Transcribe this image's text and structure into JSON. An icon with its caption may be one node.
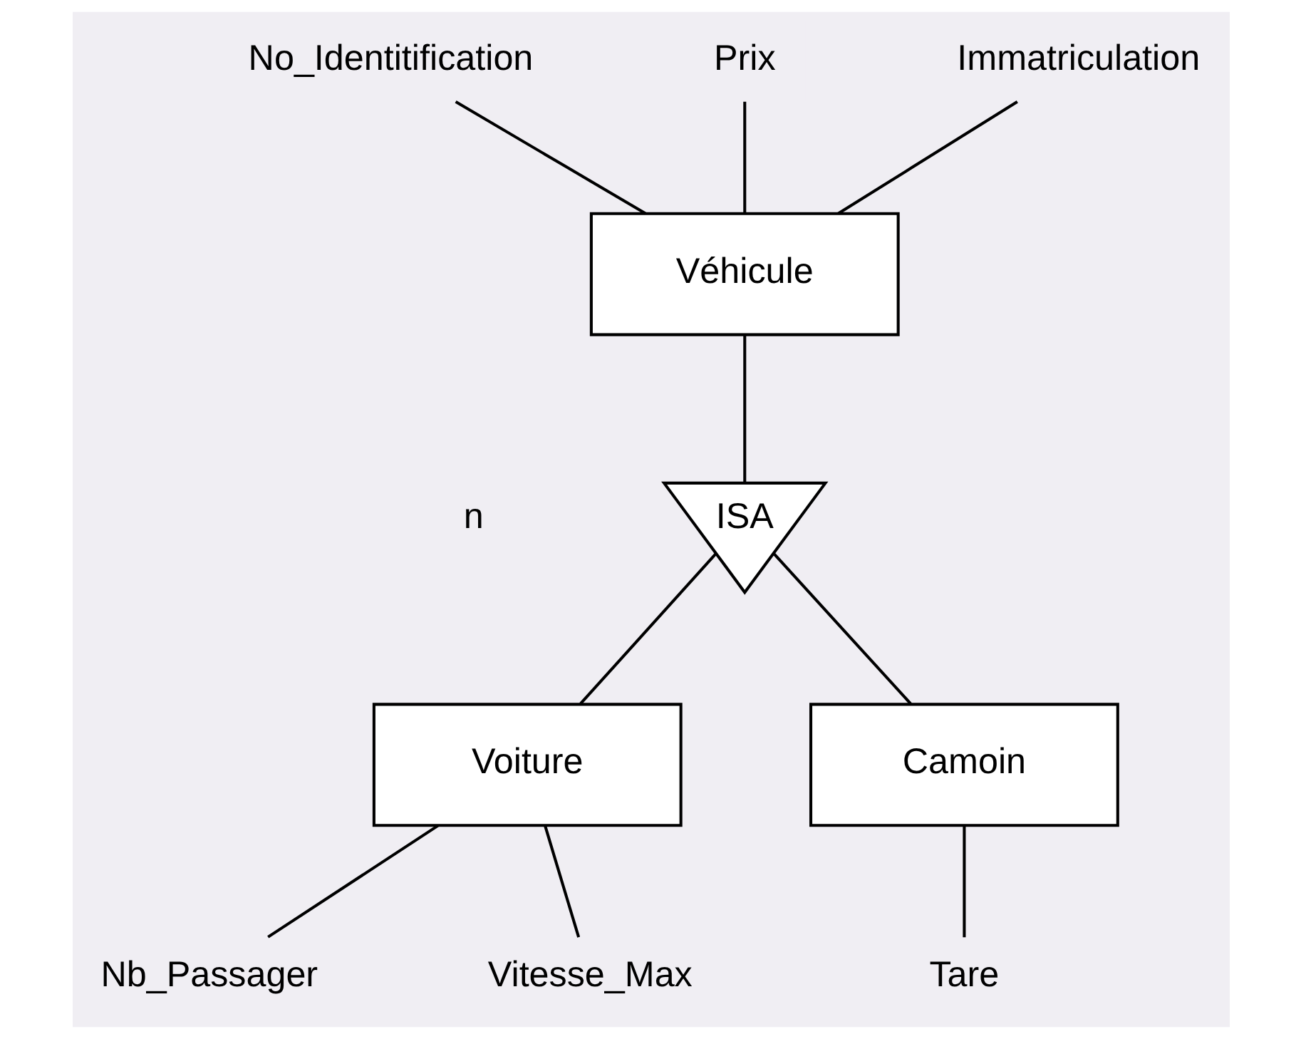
{
  "diagram": {
    "nodes": [
      {
        "text": [
          "No_Identitification"
        ]
      },
      {
        "text": [
          "Prix"
        ]
      },
      {
        "text": [
          "Immatriculation"
        ]
      },
      {
        "text": [
          "Véhicule"
        ]
      },
      {
        "text": [
          "ISA"
        ]
      },
      {
        "text": [
          "Voiture"
        ]
      },
      {
        "text": [
          "Camoin"
        ]
      },
      {
        "text": [
          "Nb_Passager"
        ]
      },
      {
        "text": [
          "Vitesse_Max"
        ]
      },
      {
        "text": [
          "Tare"
        ]
      }
    ],
    "edges": [
      {
        "from": 0,
        "to": 3,
        "arrow": "none"
      },
      {
        "from": 1,
        "to": 3,
        "arrow": "none"
      },
      {
        "from": 2,
        "to": 3,
        "arrow": "none"
      },
      {
        "from": 3,
        "to": 4,
        "arrow": "none"
      },
      {
        "from": 4,
        "to": 5,
        "arrow": "none"
      },
      {
        "from": 4,
        "to": 6,
        "arrow": "none"
      },
      {
        "from": 5,
        "to": 7,
        "arrow": "none"
      },
      {
        "from": 5,
        "to": 8,
        "arrow": "none"
      },
      {
        "from": 6,
        "to": 9,
        "arrow": "none"
      }
    ],
    "labels": [
      "n"
    ]
  }
}
